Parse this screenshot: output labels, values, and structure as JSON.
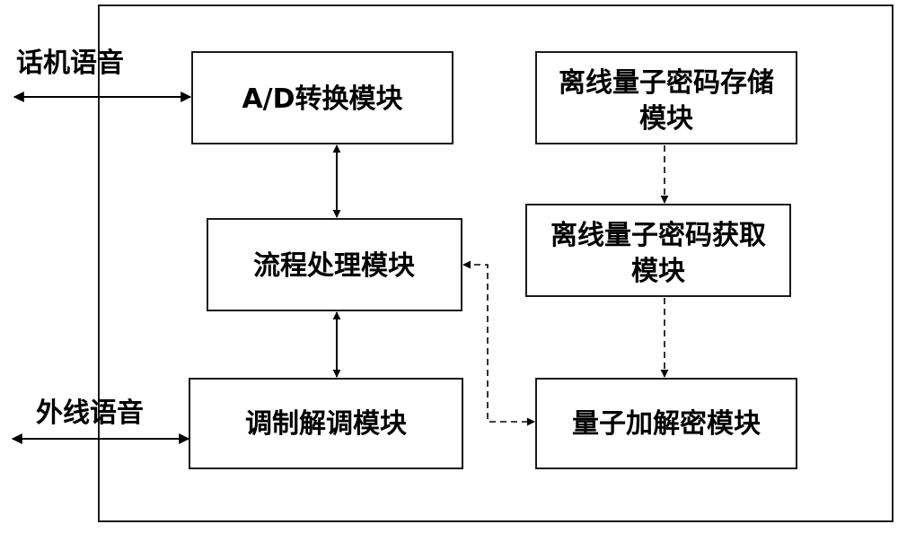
{
  "external": {
    "handset_voice": "话机语音",
    "line_voice": "外线语音"
  },
  "modules": {
    "ad": "A/D转换模块",
    "process": "流程处理模块",
    "modem": "调制解调模块",
    "storage_line1": "离线量子密码存储",
    "storage_line2": "模块",
    "fetch_line1": "离线量子密码获取",
    "fetch_line2": "模块",
    "crypto": "量子加解密模块"
  }
}
